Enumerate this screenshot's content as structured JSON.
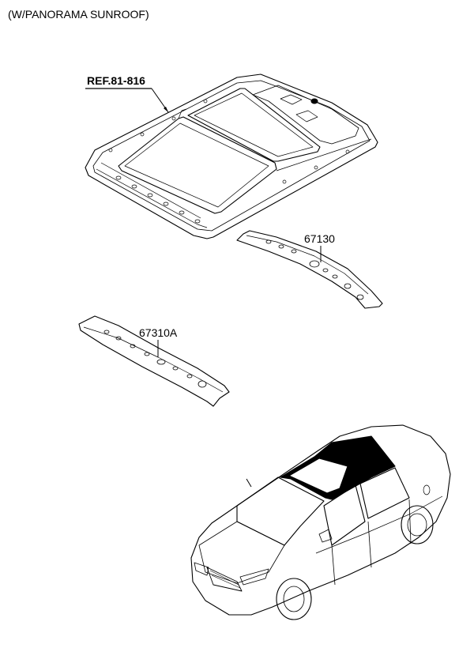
{
  "header": {
    "title": "(W/PANORAMA SUNROOF)"
  },
  "callouts": {
    "ref": "REF.81-816",
    "rear_rail": "67130",
    "front_rail": "67310A"
  },
  "colors": {
    "line": "#000000",
    "background": "#ffffff"
  }
}
